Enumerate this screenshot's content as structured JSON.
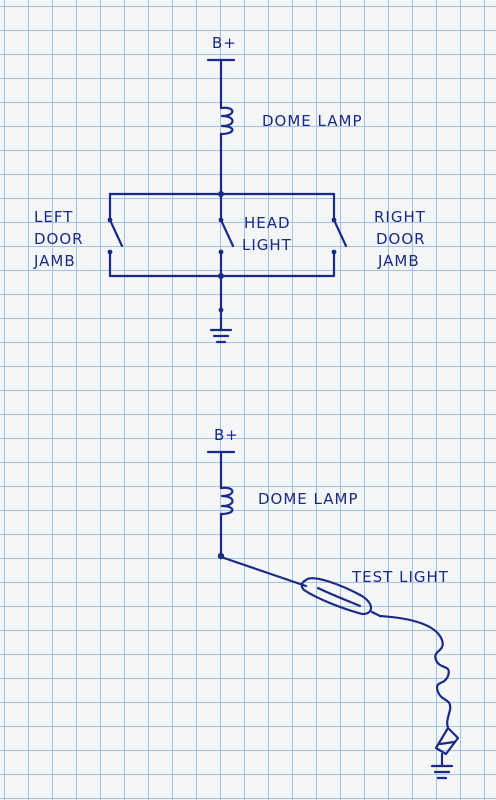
{
  "diagram1": {
    "supply_label": "B+",
    "lamp_label": "DOME LAMP",
    "left_switch_label": [
      "LEFT",
      "DOOR",
      "JAMB"
    ],
    "center_switch_label": [
      "HEAD",
      "LIGHT"
    ],
    "right_switch_label": [
      "RIGHT",
      "DOOR",
      "JAMB"
    ]
  },
  "diagram2": {
    "supply_label": "B+",
    "lamp_label": "DOME LAMP",
    "probe_label": "TEST LIGHT"
  },
  "colors": {
    "ink": "#1a2a86",
    "grid": "#9fc3e6",
    "paper": "#f4f6f8"
  }
}
